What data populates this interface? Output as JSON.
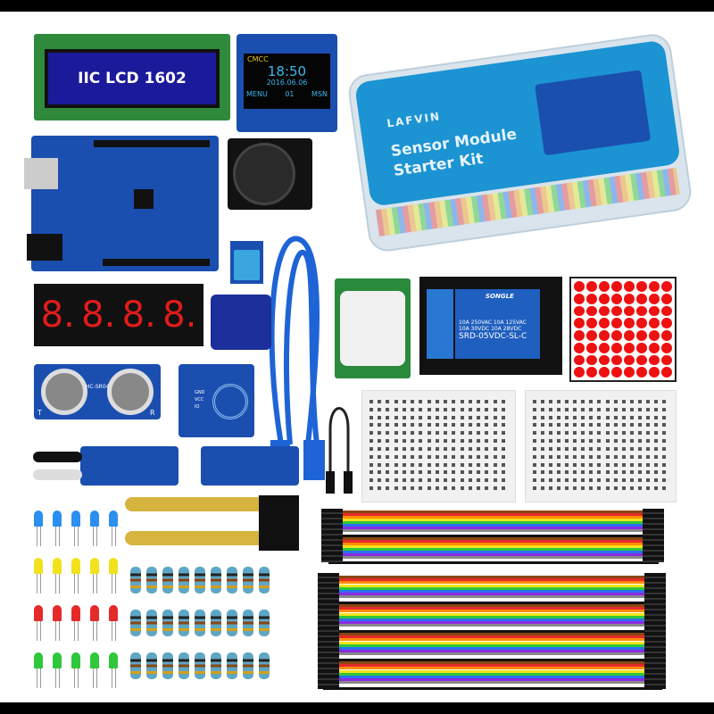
{
  "lcd": {
    "label": "IIC LCD 1602"
  },
  "oled": {
    "status": "CMCC",
    "time": "18:50",
    "date": "2016.06.06",
    "left": "MENU",
    "center": "01",
    "right": "MSN"
  },
  "box": {
    "brand": "LAFVIN",
    "title_line1": "Sensor Module",
    "title_line2": "Starter Kit"
  },
  "seven_segment": {
    "digits": [
      "8.",
      "8.",
      "8.",
      "8."
    ]
  },
  "relay": {
    "brand": "SONGLE",
    "spec1": "10A 250VAC  10A 125VAC",
    "spec2": "10A 30VDC  10A 28VDC",
    "model": "SRD-05VDC-SL-C"
  },
  "ultrasonic": {
    "model": "HC-SR04",
    "t": "T",
    "r": "R"
  },
  "touch": {
    "pins": [
      "GND",
      "VCC",
      "IO"
    ]
  },
  "colors": {
    "pcb_blue": "#1a4fb0",
    "lcd_green": "#2f8a3c",
    "box_blue": "#1c93d2",
    "led": [
      "#2b8ff0",
      "#f2e21b",
      "#e52a2a",
      "#2ec83a"
    ],
    "wire": [
      "#8b4513",
      "#e52a2a",
      "#ff8c00",
      "#f2e21b",
      "#2ec83a",
      "#2b6ff0",
      "#8a2be2",
      "#888888",
      "#ffffff",
      "#111111"
    ]
  }
}
